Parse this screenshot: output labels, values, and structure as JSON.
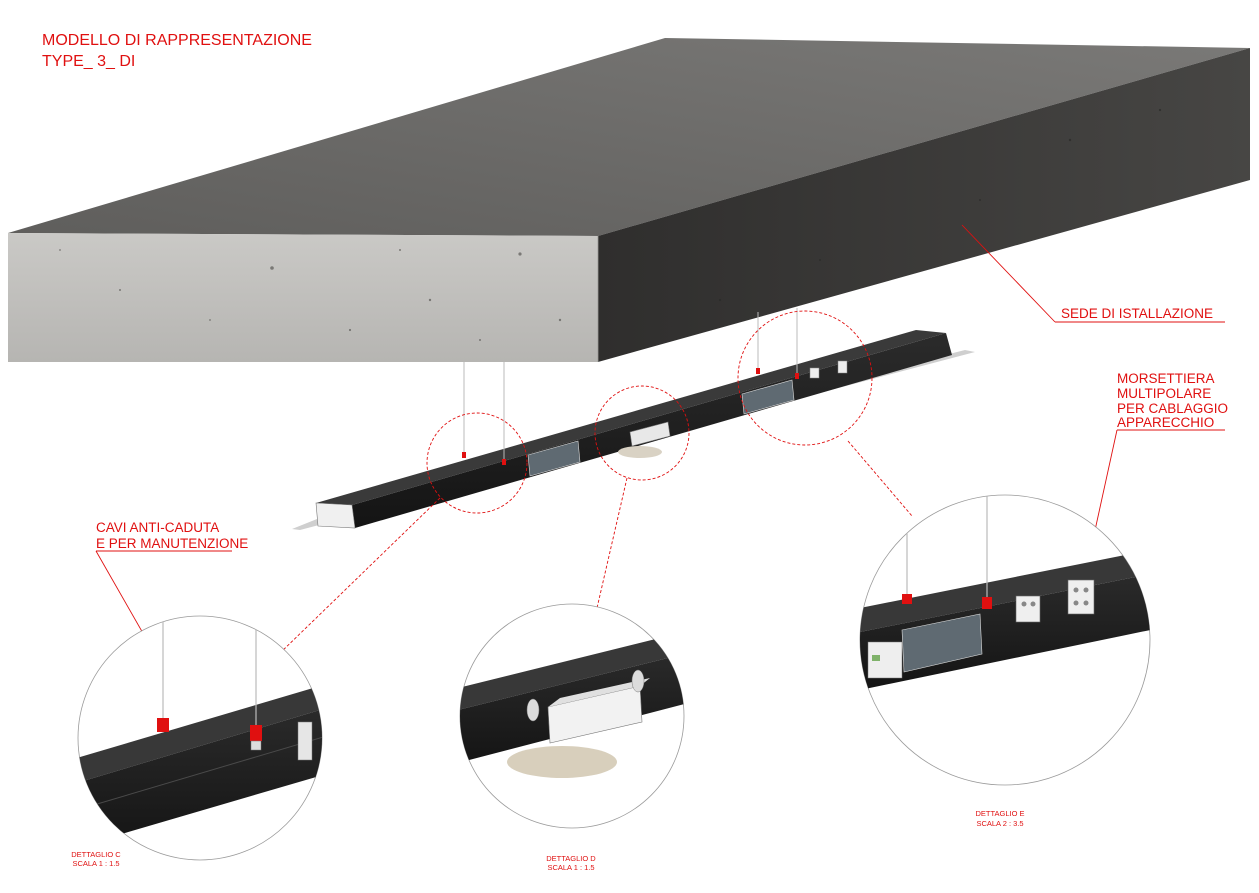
{
  "title": {
    "line1": "MODELLO DI RAPPRESENTAZIONE",
    "line2": "TYPE_ 3_ DI"
  },
  "labels": {
    "installation_seat": "SEDE DI ISTALLAZIONE",
    "terminal_block": {
      "line1": "MORSETTIERA",
      "line2": "MULTIPOLARE",
      "line3": "PER CABLAGGIO",
      "line4": "APPARECCHIO"
    },
    "fall_cables": {
      "line1": "CAVI ANTI-CADUTA",
      "line2": "E PER MANUTENZIONE"
    }
  },
  "details": {
    "c": {
      "name": "DETTAGLIO C",
      "scale": "SCALA 1 : 1.5"
    },
    "d": {
      "name": "DETTAGLIO D",
      "scale": "SCALA 1 : 1.5"
    },
    "e": {
      "name": "DETTAGLIO E",
      "scale": "SCALA 2 : 3.5"
    }
  },
  "colors": {
    "annotation": "#e01010",
    "slab_top": "#6e6d6b",
    "slab_front": "#c3c2bf",
    "slab_side": "#3d3c3a",
    "profile": "#1e1e1e"
  }
}
